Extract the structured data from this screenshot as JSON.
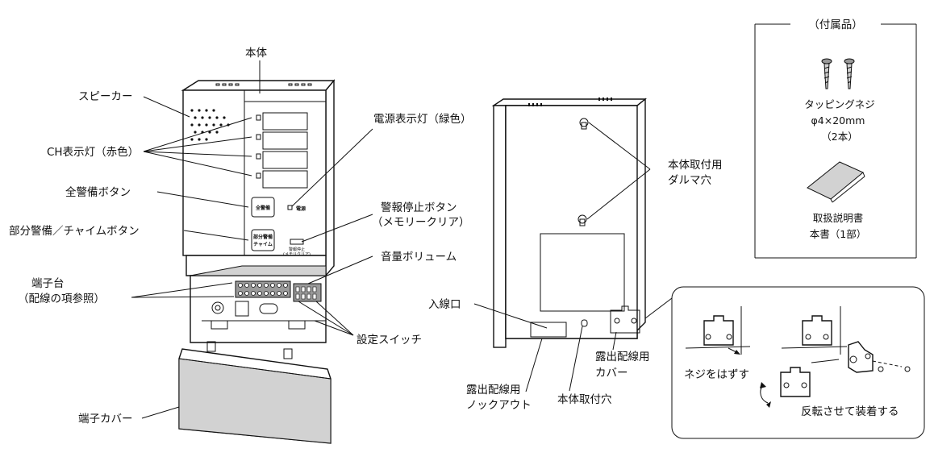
{
  "labels": {
    "body": "本体",
    "speaker": "スピーカー",
    "ch_lamp": "CH表示灯（赤色）",
    "all_guard_button": "全警備ボタン",
    "partial_chime_button": "部分警備／チャイムボタン",
    "terminal_block_1": "端子台",
    "terminal_block_2": "（配線の項参照）",
    "terminal_cover": "端子カバー",
    "power_lamp": "電源表示灯（緑色）",
    "alarm_stop_button_1": "警報停止ボタン",
    "alarm_stop_button_2": "（メモリークリア）",
    "volume": "音量ボリューム",
    "setting_switch": "設定スイッチ",
    "mount_hole_1": "本体取付用",
    "mount_hole_2": "ダルマ穴",
    "cable_inlet": "入線口",
    "exposed_cover_1": "露出配線用",
    "exposed_cover_2": "カバー",
    "knockout_1": "露出配線用",
    "knockout_2": "ノックアウト",
    "body_mount_hole": "本体取付穴",
    "remove_screw": "ネジをはずす",
    "reverse_attach": "反転させて装着する"
  },
  "device_markings": {
    "all_guard_btn": "全警備",
    "partial_btn_1": "部分警備",
    "partial_btn_2": "チャイム",
    "power_text": "電源",
    "stop_text_1": "警報停止",
    "stop_text_2": "(メモリクリア)"
  },
  "accessories": {
    "title": "（付属品）",
    "screw_name": "タッピングネジ",
    "screw_size": "φ4×20mm",
    "screw_qty": "（2本）",
    "manual_name": "取扱説明書",
    "manual_qty": "本書（1部）"
  }
}
